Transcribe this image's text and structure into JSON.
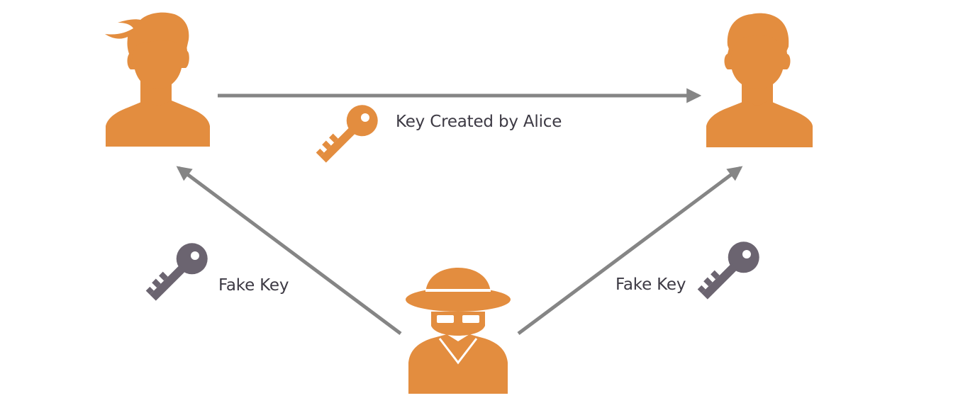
{
  "labels": {
    "alice_key": "Key Created by Alice",
    "fake_key_left": "Fake Key",
    "fake_key_right": "Fake Key"
  },
  "colors": {
    "person": "#E38D3F",
    "arrow": "#858585",
    "real_key": "#E38D3F",
    "fake_key": "#6B6470",
    "text": "#3D3A44",
    "background": "#FFFFFF"
  },
  "icons": {
    "left_person": "alice-person-icon",
    "right_person": "bob-person-icon",
    "bottom_person": "spy-person-icon",
    "real_key": "key-icon",
    "fake_key": "fake-key-icon"
  }
}
